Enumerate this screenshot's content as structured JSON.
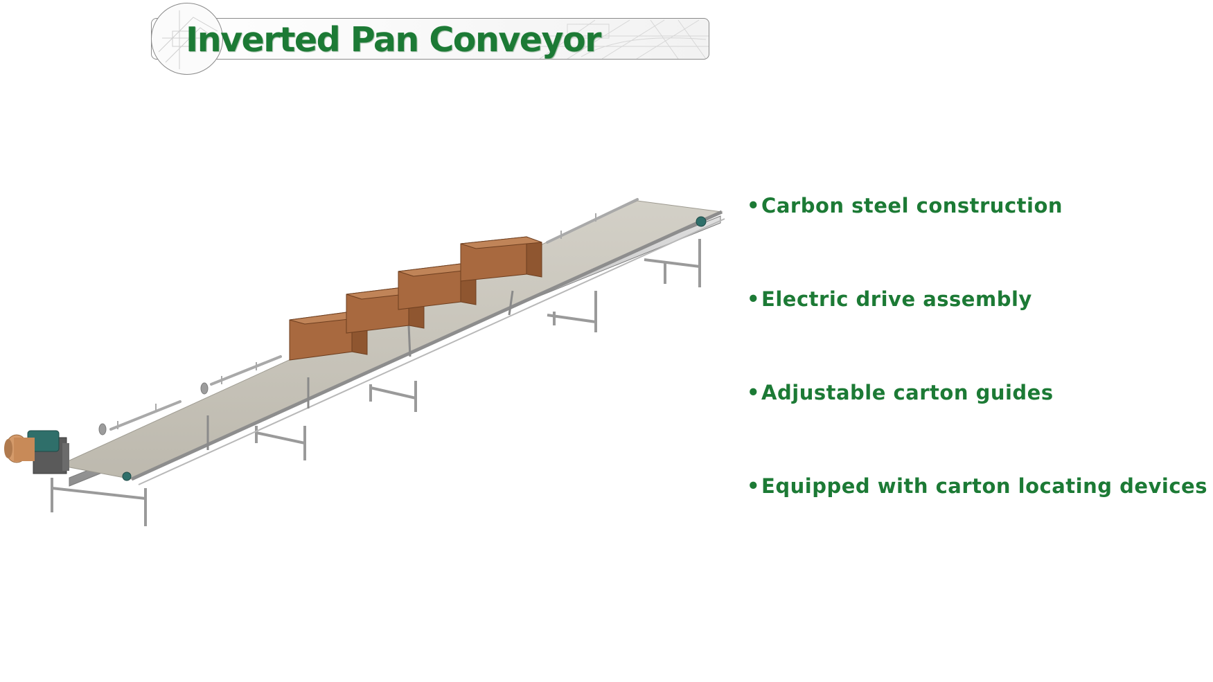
{
  "slide": {
    "title": "Inverted Pan Conveyor"
  },
  "features": [
    {
      "bullet": "•",
      "text": "Carbon steel construction"
    },
    {
      "bullet": "•",
      "text": "Electric drive assembly"
    },
    {
      "bullet": "•",
      "text": "Adjustable carton guides"
    },
    {
      "bullet": "•",
      "text": "Equipped with carton locating devices"
    }
  ],
  "colors": {
    "title": "#1c7a35",
    "bullets": "#1c7a35",
    "conveyor_belt": "#c9c5bb",
    "cartons": "#a8693f",
    "drive_motor": "#2f6f6a"
  }
}
